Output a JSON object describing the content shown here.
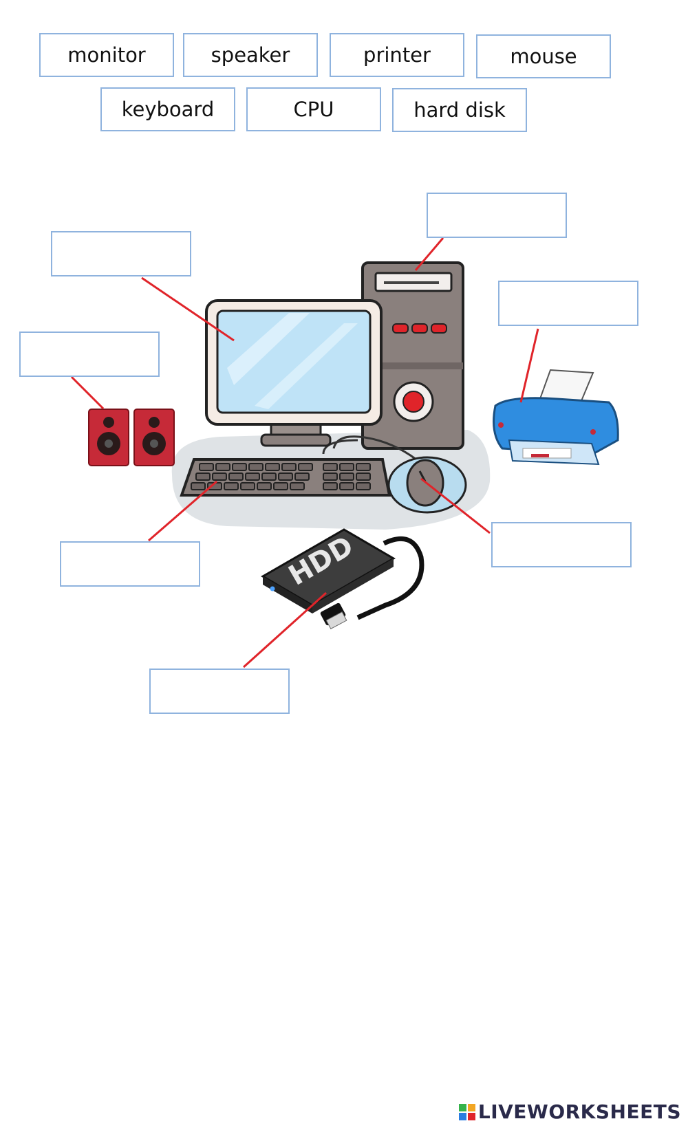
{
  "word_bank": [
    "monitor",
    "speaker",
    "printer",
    "mouse",
    "keyboard",
    "CPU",
    "hard disk"
  ],
  "hdd_label": "HDD",
  "footer": {
    "brand": "LIVEWORKSHEETS"
  },
  "colors": {
    "box_border": "#8fb3de",
    "pointer_line": "#e0242a",
    "monitor_screen": "#bfe3f7",
    "tower": "#8a807d",
    "printer": "#2f8de0",
    "speaker": "#c62a38"
  },
  "icons": [
    "monitor-icon",
    "cpu-tower-icon",
    "printer-icon",
    "speaker-icon",
    "keyboard-icon",
    "mouse-icon",
    "hard-disk-icon"
  ]
}
